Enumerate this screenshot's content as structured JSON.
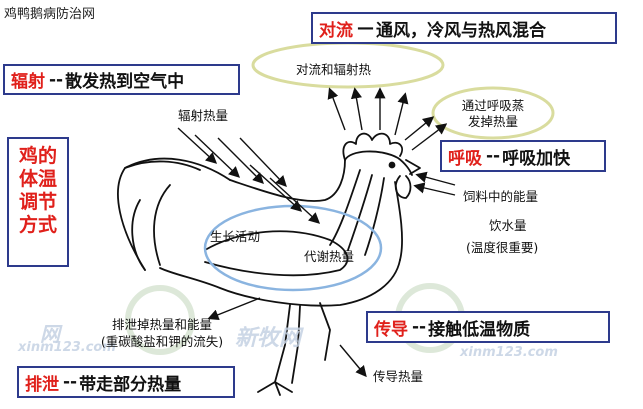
{
  "site_title": "鸡鸭鹅病防治网",
  "side_title": [
    "鸡的",
    "体温",
    "调节",
    "方式"
  ],
  "boxes": {
    "convection": {
      "keyword": "对流",
      "text": "通风，冷风与热风混合"
    },
    "radiation": {
      "keyword": "辐射",
      "text": "散发热到空气中"
    },
    "respiration": {
      "keyword": "呼吸",
      "text": "呼吸加快"
    },
    "conduction": {
      "keyword": "传导",
      "text": "接触低温物质"
    },
    "excretion": {
      "keyword": "排泄",
      "text": "带走部分热量"
    }
  },
  "labels": {
    "convection_radiation_heat": "对流和辐射热",
    "radiation_heat": "辐射热量",
    "respiration_evap_line1": "通过呼吸蒸",
    "respiration_evap_line2": "发掉热量",
    "feed_energy": "饲料中的能量",
    "water": "饮水量",
    "water_note": "(温度很重要)",
    "growth": "生长活动",
    "metabolic_heat": "代谢热量",
    "excretion_line1": "排泄掉热量和能量",
    "excretion_line2": "(重碳酸盐和钾的流失)",
    "conduction_heat": "传导热量"
  },
  "watermarks": {
    "left": "xinm123.com",
    "right": "xinm123.com",
    "center": "新牧网",
    "left_fragment": "网"
  },
  "colors": {
    "box_border": "#2d3a8c",
    "keyword": "#e0201b",
    "ellipse_stroke": "#d9dc9e",
    "body_ellipse": "#8ab4e0"
  }
}
